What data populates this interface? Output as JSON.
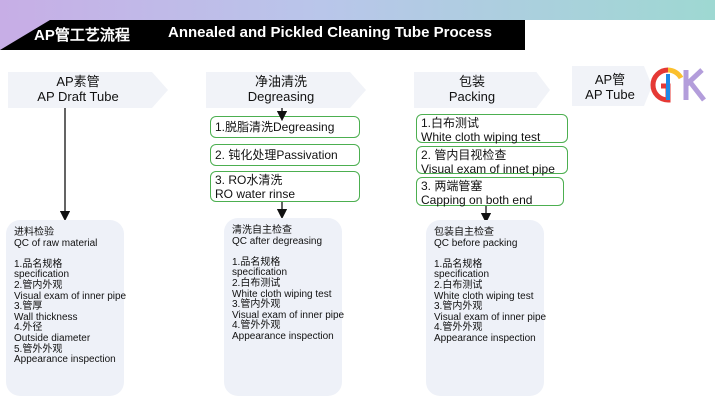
{
  "title": {
    "cn": "AP管工艺流程",
    "en": "Annealed and Pickled Cleaning Tube Process"
  },
  "stages": [
    {
      "cn": "AP素管",
      "en": "AP  Draft Tube"
    },
    {
      "cn": "净油清洗",
      "en": "Degreasing"
    },
    {
      "cn": "包装",
      "en": "Packing"
    },
    {
      "cn": "AP管",
      "en": "AP  Tube"
    }
  ],
  "degreasing_steps": [
    {
      "line1": "1.脱脂清洗Degreasing",
      "line2": ""
    },
    {
      "line1": "2. 钝化处理Passivation",
      "line2": ""
    },
    {
      "line1": "3. RO水清洗",
      "line2": "RO water rinse"
    }
  ],
  "packing_steps": [
    {
      "line1": "1.白布测试",
      "line2": "White cloth wiping test"
    },
    {
      "line1": "2. 管内目视检查",
      "line2": "Visual exam of innet pipe"
    },
    {
      "line1": "3. 两端管塞",
      "line2": "Capping on both end"
    }
  ],
  "qc_raw": [
    "进料检验",
    "QC of  raw material",
    "",
    "1.品名规格",
    "specification",
    "2.管内外观",
    "Visual exam of inner pipe",
    "3.管厚",
    "Wall thickness",
    "4.外径",
    "Outside diameter",
    "5.管外外观",
    "Appearance inspection"
  ],
  "qc_degreasing": [
    "清洗自主检查",
    "QC after degreasing",
    "",
    "1.品名规格",
    "specification",
    "2.白布测试",
    "White cloth wiping test",
    "3.管内外观",
    "Visual exam of inner pipe",
    "4.管外外观",
    "Appearance inspection"
  ],
  "qc_packing": [
    "包装自主检查",
    "QC before packing",
    "",
    "1.品名规格",
    "specification",
    "2.白布测试",
    "White cloth wiping test",
    "3.管内外观",
    "Visual exam of inner pipe",
    "4.管外外观",
    "Appearance inspection"
  ],
  "colors": {
    "step_border": "#4caf50",
    "stage_fill": "#f1f3f8",
    "qc_fill": "#eef1f8",
    "title_bar": "#000000"
  },
  "logo_icon": "gk-logo-icon"
}
